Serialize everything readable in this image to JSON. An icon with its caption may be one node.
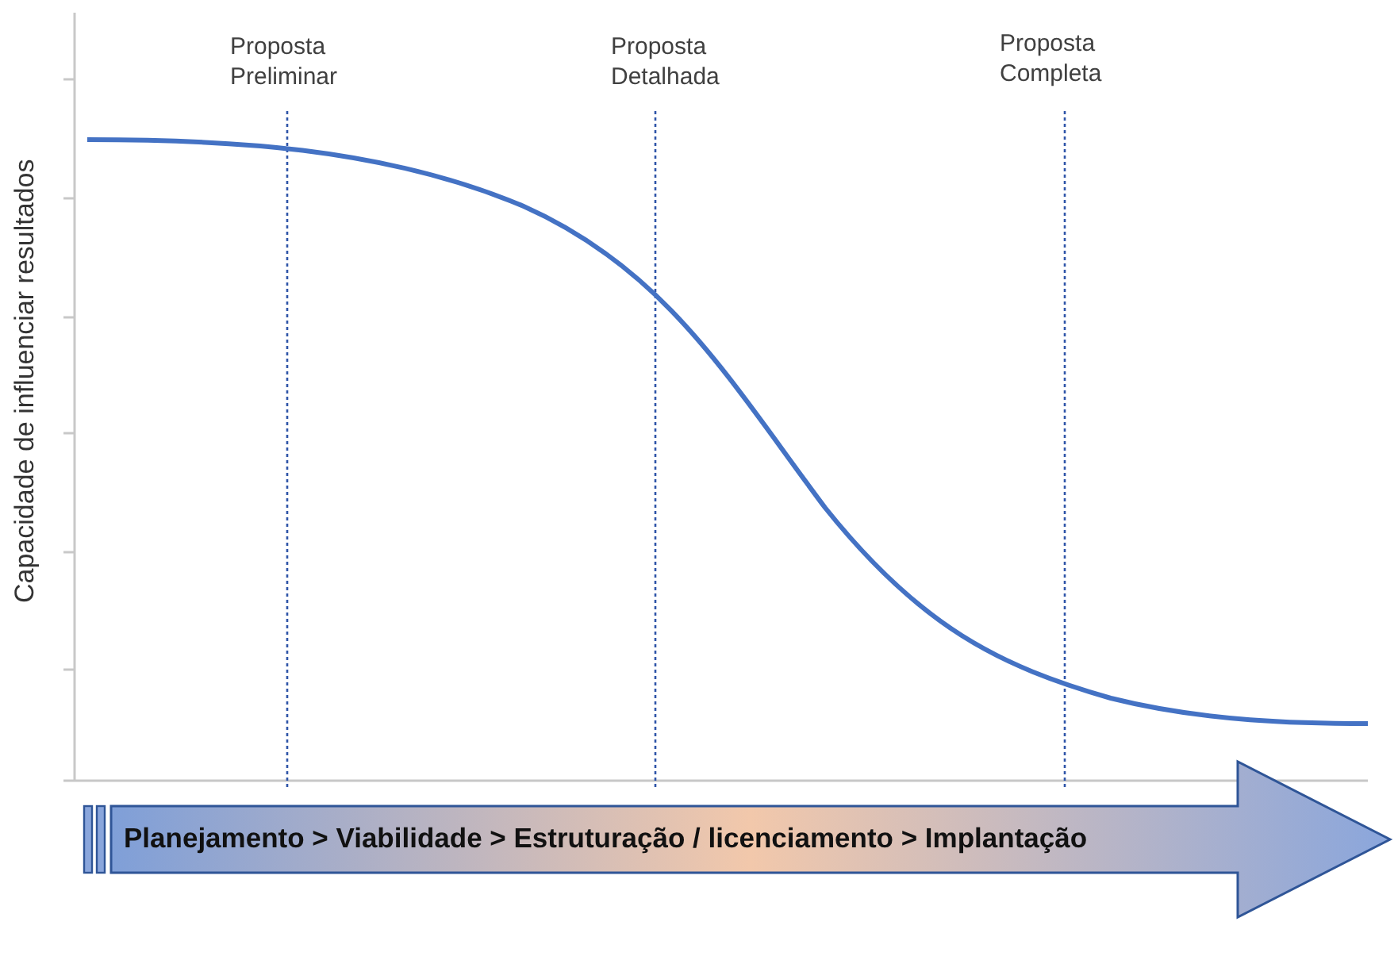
{
  "diagram": {
    "nodes": [
      {
        "text": [
          "Planejamento > Viabilidade > Estruturação / licenciamento > Implantação"
        ]
      }
    ],
    "edges": [],
    "labels": [
      "Proposta Preliminar",
      "Proposta Detalhada",
      "Proposta Completa",
      "Capacidade de influenciar resultados"
    ]
  }
}
